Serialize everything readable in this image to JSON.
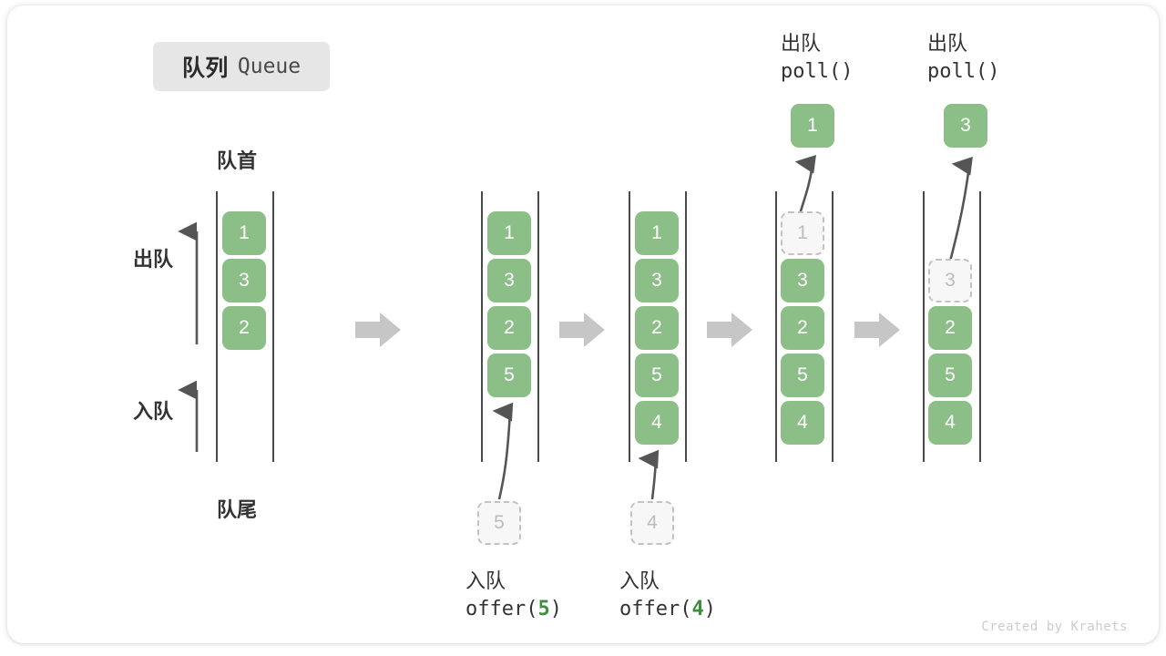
{
  "title": {
    "cn": "队列",
    "en": "Queue"
  },
  "colors": {
    "element_green": "#8cbf88",
    "ghost_border": "#c2c2c2",
    "ghost_fill": "#f7f7f7",
    "rail": "#4a4a4a",
    "step_arrow": "#c6c6c6",
    "text": "#333333",
    "chip_bg": "#e6e6e6",
    "code_highlight": "#3e8e41",
    "watermark": "#cccccc"
  },
  "labels": {
    "head": "队首",
    "tail": "队尾",
    "dequeue": "出队",
    "enqueue": "入队"
  },
  "stages": [
    {
      "id": "initial",
      "cells": [
        "1",
        "3",
        "2"
      ],
      "ghost_index": null,
      "caption_cn": null,
      "caption_code": null,
      "code_arg": null,
      "popped_value": null,
      "pop_caption_cn": null,
      "pop_caption_code": null
    },
    {
      "id": "after-offer-5",
      "cells": [
        "1",
        "3",
        "2",
        "5"
      ],
      "ghost_index": null,
      "incoming_value": "5",
      "caption_cn": "入队",
      "caption_code_prefix": "offer(",
      "code_arg": "5",
      "caption_code_suffix": ")",
      "popped_value": null
    },
    {
      "id": "after-offer-4",
      "cells": [
        "1",
        "3",
        "2",
        "5",
        "4"
      ],
      "ghost_index": null,
      "incoming_value": "4",
      "caption_cn": "入队",
      "caption_code_prefix": "offer(",
      "code_arg": "4",
      "caption_code_suffix": ")",
      "popped_value": null
    },
    {
      "id": "after-poll-1",
      "cells": [
        "1",
        "3",
        "2",
        "5",
        "4"
      ],
      "ghost_index": 0,
      "popped_value": "1",
      "pop_caption_cn": "出队",
      "pop_caption_code": "poll()"
    },
    {
      "id": "after-poll-3",
      "cells": [
        "3",
        "2",
        "5",
        "4"
      ],
      "ghost_index": 0,
      "popped_value": "3",
      "pop_caption_cn": "出队",
      "pop_caption_code": "poll()"
    }
  ],
  "step_arrows_count": 4,
  "watermark": "Created by Krahets"
}
